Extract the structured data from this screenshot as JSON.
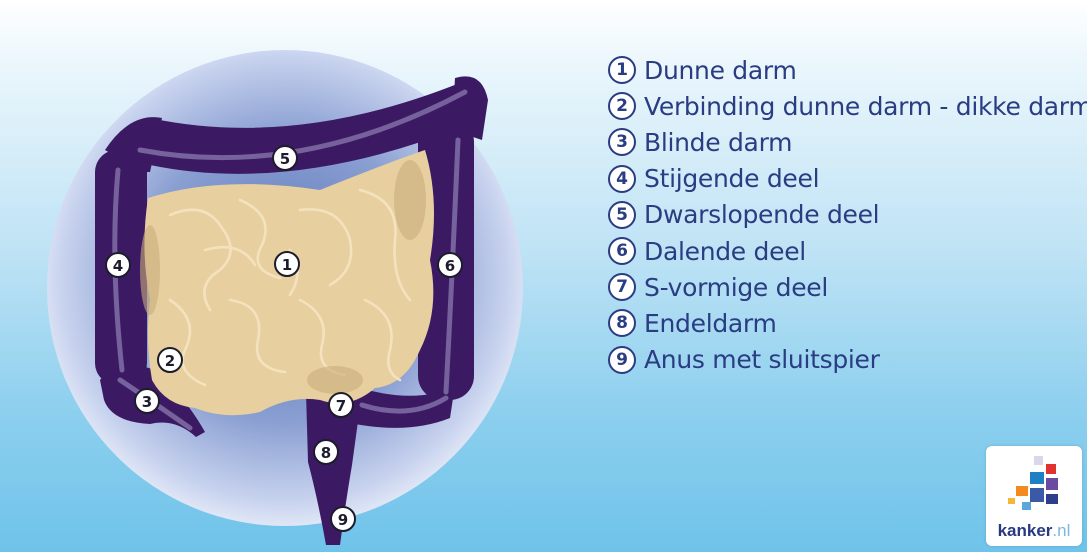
{
  "legend": [
    {
      "number": "1",
      "label": "Dunne darm"
    },
    {
      "number": "2",
      "label": "Verbinding dunne darm - dikke darm"
    },
    {
      "number": "3",
      "label": "Blinde darm"
    },
    {
      "number": "4",
      "label": "Stijgende deel"
    },
    {
      "number": "5",
      "label": "Dwarslopende deel"
    },
    {
      "number": "6",
      "label": "Dalende deel"
    },
    {
      "number": "7",
      "label": "S-vormige deel"
    },
    {
      "number": "8",
      "label": "Endeldarm"
    },
    {
      "number": "9",
      "label": "Anus met sluitspier"
    }
  ],
  "diagram_markers": [
    "1",
    "2",
    "3",
    "4",
    "5",
    "6",
    "7",
    "8",
    "9"
  ],
  "logo": {
    "name": "kanker",
    "tld": ".nl"
  },
  "colors": {
    "colon": "#3c1a63",
    "small_intestine": "#e7cf9f",
    "legend_text": "#2a3c82",
    "background_bottom": "#6fc3ea"
  }
}
